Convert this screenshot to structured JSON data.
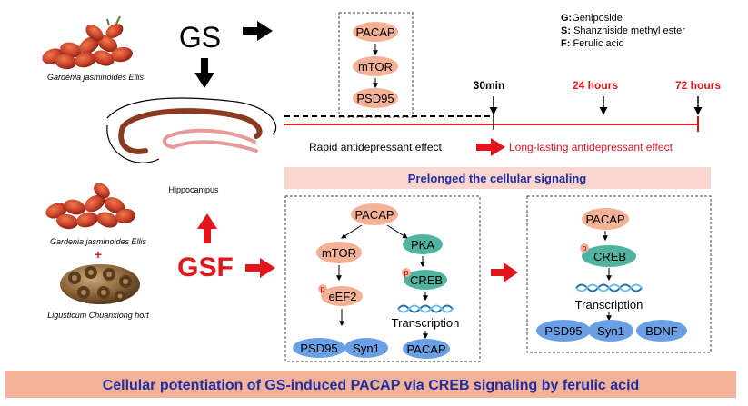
{
  "legend": {
    "g": {
      "key": "G:",
      "value": "Geniposide"
    },
    "s": {
      "key": "S:",
      "value": "Shanzhiside methyl ester"
    },
    "f": {
      "key": "F:",
      "value": "Ferulic acid"
    }
  },
  "labels": {
    "gs": "GS",
    "gsf": "GSF",
    "plus": "+",
    "hippocampus": "Hippocampus",
    "gardenia_top": "Gardenia jasminoides Ellis",
    "gardenia_bottom": "Gardenia jasminoides Ellis",
    "ligusticum": "Ligusticum Chuanxiong hort"
  },
  "top_pathway": [
    "PACAP",
    "mTOR",
    "PSD95"
  ],
  "timeline": {
    "t1": "30min",
    "t2": "24 hours",
    "t3": "72 hours",
    "rapid": "Rapid antidepressant effect",
    "lasting": "Long-lasting antidepressant effect"
  },
  "prolonged_banner": "Prelonged the cellular signaling",
  "middle_panel": {
    "pacap": "PACAP",
    "mtor": "mTOR",
    "eef2": "eEF2",
    "pka": "PKA",
    "creb": "CREB",
    "phospho": "p",
    "transcription": "Transcription",
    "psd95": "PSD95",
    "syn1": "Syn1",
    "pacap_out": "PACAP"
  },
  "right_panel": {
    "pacap": "PACAP",
    "creb": "CREB",
    "phospho": "p",
    "transcription": "Transcription",
    "psd95": "PSD95",
    "syn1": "Syn1",
    "bdnf": "BDNF"
  },
  "bottom_banner": "Cellular potentiation of GS-induced PACAP via CREB signaling by ferulic acid",
  "colors": {
    "salmon": "#f3b197",
    "teal": "#4fb3a0",
    "blue": "#6a9fe6",
    "red": "#e1151b",
    "navy": "#1f2fa3",
    "pink_banner": "#fbd6d1",
    "orange_banner": "#f3b197"
  }
}
